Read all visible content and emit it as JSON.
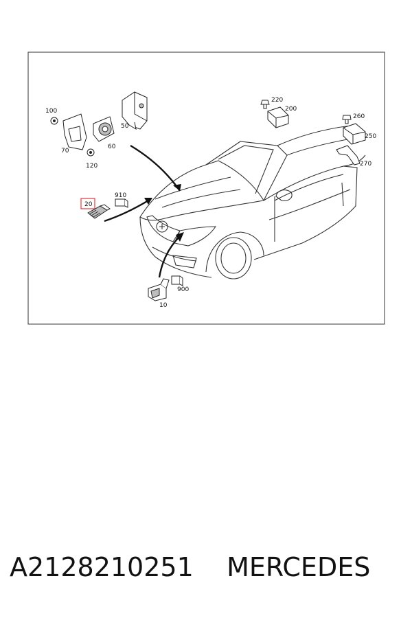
{
  "callouts": {
    "c100": "100",
    "c70": "70",
    "c60": "60",
    "c120": "120",
    "c50": "50",
    "c220": "220",
    "c200": "200",
    "c260": "260",
    "c250": "250",
    "c270": "270",
    "c20": "20",
    "c910": "910",
    "c900": "900",
    "c10": "10"
  },
  "highlight_color": "#e0393e",
  "caption": {
    "part_number": "A2128210251",
    "brand": "MERCEDES"
  }
}
